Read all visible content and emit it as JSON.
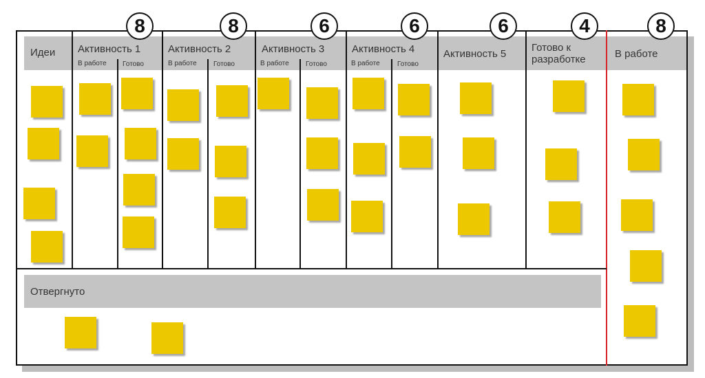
{
  "columns": {
    "ideas": "Идеи",
    "activity1": "Активность 1",
    "activity2": "Активность 2",
    "activity3": "Активность 3",
    "activity4": "Активность 4",
    "activity5": "Активность 5",
    "ready_line1": "Готово к",
    "ready_line2": "разработке",
    "in_progress": "В работе"
  },
  "sub_columns": {
    "in_work": "В работе",
    "done": "Готово"
  },
  "wip_limits": {
    "activity1": "8",
    "activity2": "8",
    "activity3": "6",
    "activity4": "6",
    "activity5": "6",
    "ready": "4",
    "in_progress": "8"
  },
  "rejected_label": "Отвергнуто",
  "colors": {
    "sticky": "#ecc800",
    "header_band": "#c4c4c4",
    "border": "#111111",
    "divider": "#d7262b"
  }
}
